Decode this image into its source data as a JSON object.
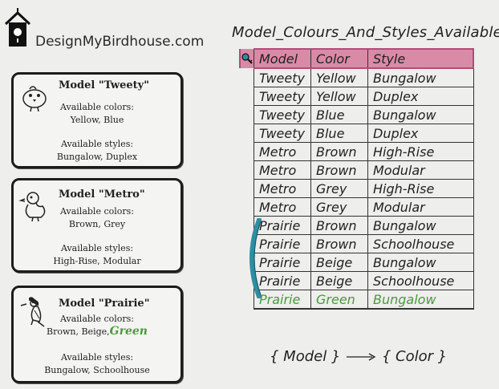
{
  "brand": {
    "name": "DesignMyBirdhouse.com",
    "logo_icon": "birdhouse-icon"
  },
  "cards": [
    {
      "title": "Model \"Tweety\"",
      "icon": "bird-icon",
      "colors_heading": "Available colors:",
      "colors": "Yellow, Blue",
      "styles_heading": "Available styles:",
      "styles": "Bungalow, Duplex"
    },
    {
      "title": "Model \"Metro\"",
      "icon": "duck-icon",
      "colors_heading": "Available colors:",
      "colors": "Brown, Grey",
      "styles_heading": "Available styles:",
      "styles": "High-Rise, Modular"
    },
    {
      "title": "Model \"Prairie\"",
      "icon": "woodpecker-icon",
      "colors_heading": "Available colors:",
      "colors": "Brown, Beige,",
      "colors_added": "Green",
      "styles_heading": "Available styles:",
      "styles": "Bungalow, Schoolhouse"
    }
  ],
  "table": {
    "title": "Model_Colours_And_Styles_Available",
    "key_icon": "key-icon",
    "headers": [
      "Model",
      "Color",
      "Style"
    ],
    "rows": [
      [
        "Tweety",
        "Yellow",
        "Bungalow"
      ],
      [
        "Tweety",
        "Yellow",
        "Duplex"
      ],
      [
        "Tweety",
        "Blue",
        "Bungalow"
      ],
      [
        "Tweety",
        "Blue",
        "Duplex"
      ],
      [
        "Metro",
        "Brown",
        "High-Rise"
      ],
      [
        "Metro",
        "Brown",
        "Modular"
      ],
      [
        "Metro",
        "Grey",
        "High-Rise"
      ],
      [
        "Metro",
        "Grey",
        "Modular"
      ],
      [
        "Prairie",
        "Brown",
        "Bungalow"
      ],
      [
        "Prairie",
        "Brown",
        "Schoolhouse"
      ],
      [
        "Prairie",
        "Beige",
        "Bungalow"
      ],
      [
        "Prairie",
        "Beige",
        "Schoolhouse"
      ]
    ],
    "new_row": [
      "Prairie",
      "Green",
      "Bungalow"
    ],
    "header_color": "#d98aa7",
    "new_row_color": "#4a9a3c",
    "bracket_color": "#2e8ea3"
  },
  "dependency": {
    "left": "{ Model }",
    "right": "{ Color }"
  }
}
